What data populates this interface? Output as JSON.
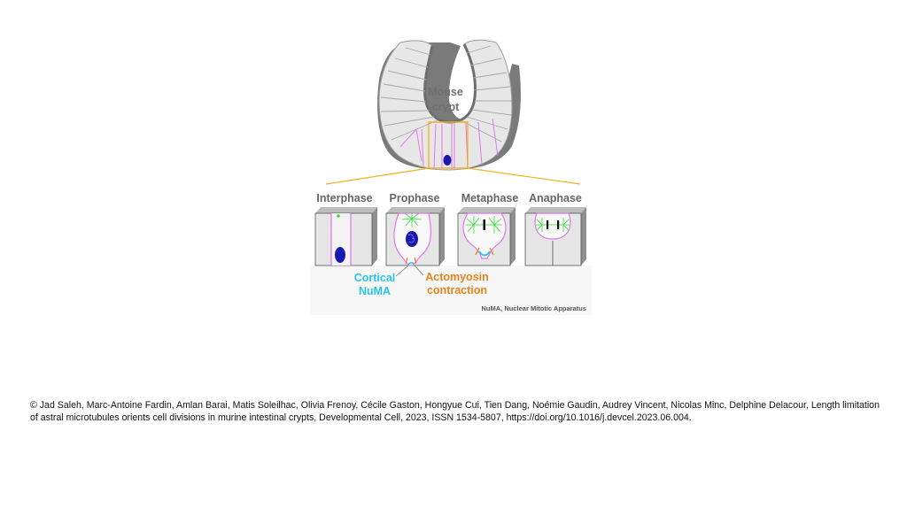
{
  "diagram": {
    "crypt_label_line1": "Mouse",
    "crypt_label_line2": "crypt",
    "phases": [
      "Interphase",
      "Prophase",
      "Metaphase",
      "Anaphase"
    ],
    "cortical_label_line1": "Cortical",
    "cortical_label_line2": "NuMA",
    "actomyosin_label_line1": "Actomyosin",
    "actomyosin_label_line2": "contraction",
    "footnote": "NuMA, Nuclear Mitotic Apparatus"
  },
  "colors": {
    "cell_face": "#e6e6e6",
    "cell_side": "#8f8f8f",
    "cell_top": "#bdbdbd",
    "membrane": "#e27ae8",
    "nucleus": "#1919b0",
    "spindle": "#33dd33",
    "highlight_box": "#f0b020",
    "cortical": "#29c5e8",
    "actomyosin": "#e8821a"
  },
  "citation": "© Jad Saleh, Marc-Antoine Fardin, Amlan Barai, Matis Soleilhac, Olivia Frenoy, Cécile Gaston, Hongyue Cui, Tien Dang, Noémie Gaudin, Audrey Vincent, Nicolas Minc, Delphine Delacour, Length limitation of astral microtubules orients cell divisions in murine intestinal crypts, Developmental Cell, 2023, ISSN 1534-5807, https://doi.org/10.1016/j.devcel.2023.06.004."
}
